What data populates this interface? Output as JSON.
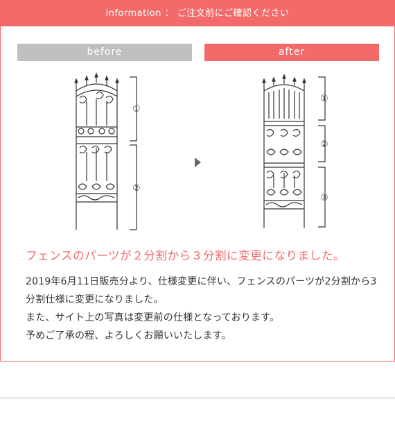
{
  "header": {
    "text": "information ：  ご注文前にご確認ください"
  },
  "comparison": {
    "before_label": "before",
    "after_label": "after",
    "before_parts": [
      "①",
      "②"
    ],
    "after_parts": [
      "①",
      "②",
      "③"
    ]
  },
  "notice": {
    "headline": "フェンスのパーツが２分割から３分割に変更になりました。",
    "paragraphs": [
      "2019年6月11日販売分より、仕様変更に伴い、フェンスのパーツが2分割から3分割仕様に変更になりました。",
      "また、サイト上の写真は変更前の仕様となっております。",
      "予めご了承の程、よろしくお願いいたします。"
    ]
  },
  "colors": {
    "accent": "#f26a6a",
    "before_bar": "#bfbfbf",
    "text": "#333333"
  }
}
